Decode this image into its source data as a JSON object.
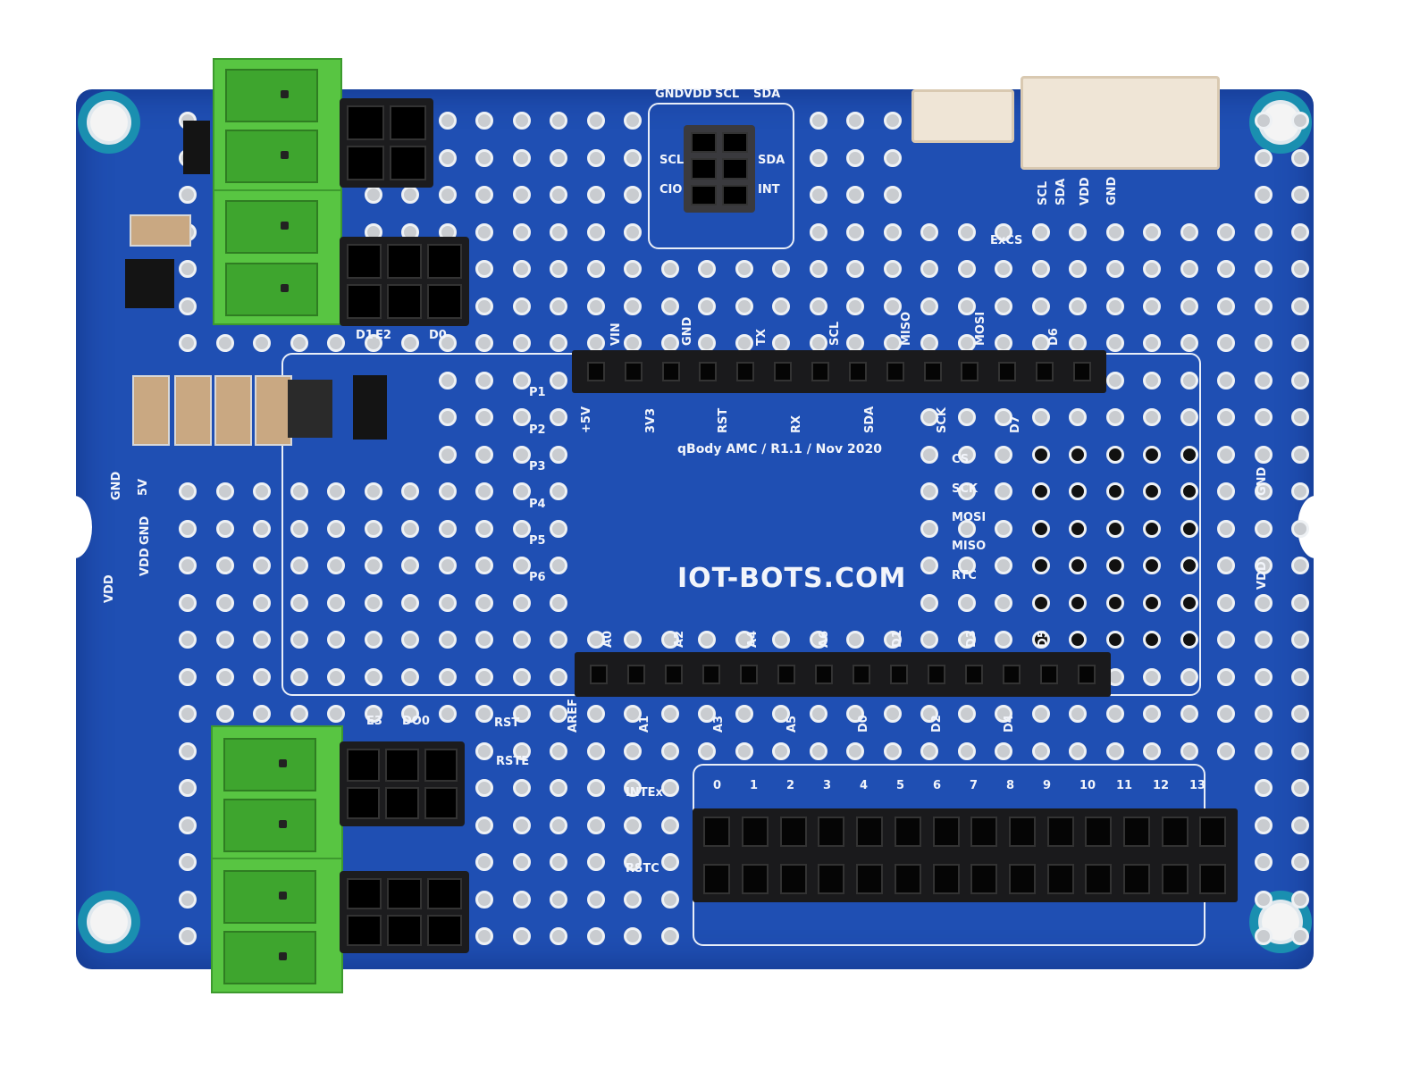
{
  "board": {
    "brand": "IOT-BOTS.COM",
    "model": "qBody AMC / R1.1 / Nov 2020",
    "colors": {
      "pcb": "#1f4fb3",
      "silkscreen": "#f2f5fb",
      "terminal": "#58c542",
      "header": "#1a1a1c",
      "connector": "#efe5d6"
    }
  },
  "top_header": {
    "upper_labels": [
      "VIN",
      "GND",
      "TX",
      "SCL",
      "MISO",
      "MOSI",
      "D6"
    ],
    "lower_labels": [
      "+5V",
      "3V3",
      "RST",
      "RX",
      "SDA",
      "SCK",
      "D7"
    ]
  },
  "bottom_header": {
    "upper_labels": [
      "A0",
      "A2",
      "A4",
      "A6",
      "D1",
      "D3",
      "D5"
    ],
    "lower_labels": [
      "AREF",
      "A1",
      "A3",
      "A5",
      "D0",
      "D2",
      "D4"
    ]
  },
  "spi_labels": [
    "CS",
    "SCK",
    "MOSI",
    "MISO",
    "RTC"
  ],
  "p_labels": [
    "P1",
    "P2",
    "P3",
    "P4",
    "P5",
    "P6"
  ],
  "sensor": {
    "top_labels": [
      "GND",
      "VDD",
      "SCL",
      "SDA"
    ],
    "left_labels": [
      "SCL",
      "CIO"
    ],
    "right_labels": [
      "SDA",
      "INT"
    ]
  },
  "jst_labels": [
    "SCL",
    "SDA",
    "VDD",
    "GND"
  ],
  "misc_labels": {
    "excs": "ExCS",
    "rst": "RST",
    "rste": "RSTE",
    "intex": "INTEx",
    "rstc": "RSTC"
  },
  "left_power_labels": [
    "GND",
    "5V",
    "GND",
    "VDD",
    "VDD"
  ],
  "right_power_labels": [
    "GND",
    "VDD"
  ],
  "jumper_labels_top": [
    "D1",
    "E2",
    "D0"
  ],
  "jumper_labels_bottom": [
    "E3",
    "DO0"
  ],
  "digital_numbers": [
    "0",
    "1",
    "2",
    "3",
    "4",
    "5",
    "6",
    "7",
    "8",
    "9",
    "10",
    "11",
    "12",
    "13"
  ]
}
